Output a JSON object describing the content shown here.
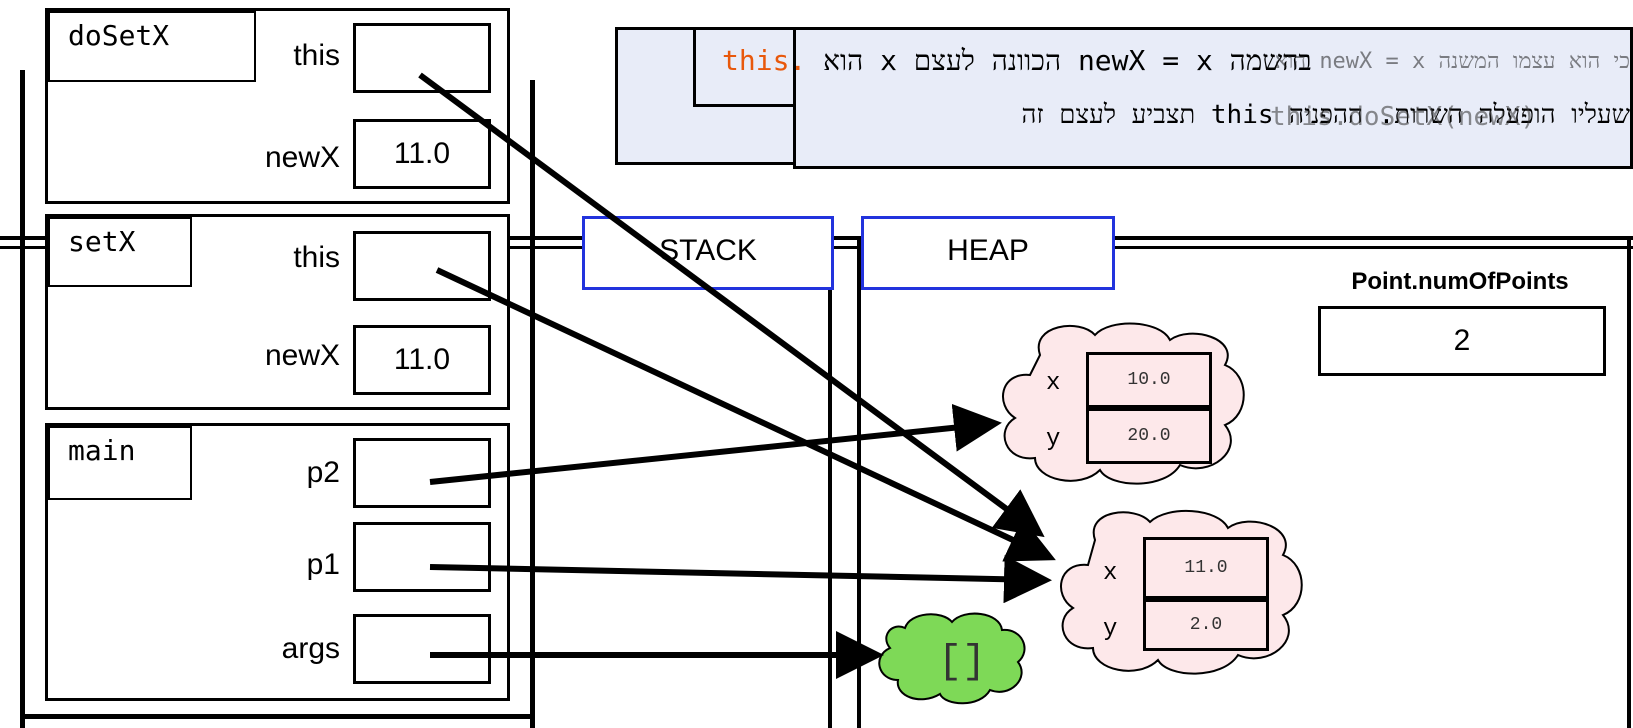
{
  "stack_frames": {
    "doSetX": {
      "method": "doSetX",
      "vars": [
        {
          "name": "this",
          "value": ""
        },
        {
          "name": "newX",
          "value": "11.0"
        }
      ]
    },
    "setX": {
      "method": "setX",
      "vars": [
        {
          "name": "this",
          "value": ""
        },
        {
          "name": "newX",
          "value": "11.0"
        }
      ]
    },
    "main": {
      "method": "main",
      "vars": [
        {
          "name": "p2",
          "value": ""
        },
        {
          "name": "p1",
          "value": ""
        },
        {
          "name": "args",
          "value": ""
        }
      ]
    }
  },
  "regions": {
    "stack_label": "STACK",
    "heap_label": "HEAP"
  },
  "static_field": {
    "label": "Point.numOfPoints",
    "value": "2"
  },
  "heap_objects": {
    "p2": {
      "x_label": "x",
      "x_value": "10.0",
      "y_label": "y",
      "y_value": "20.0"
    },
    "p1": {
      "x_label": "x",
      "x_value": "11.0",
      "y_label": "y",
      "y_value": "2.0"
    },
    "args": {
      "value": "[]"
    }
  },
  "callouts": {
    "line1_text": "בהשמה newX = x הכוונה לעצם x הוא",
    "line1_keyword": "this.",
    "line2": "שעליו הופעלה השרות. ההפניה this תצביע לעצם זה",
    "overlay1": "כי הוא עצמו המשנה newX = x הוא",
    "overlay2": "this.doSetX(newX)"
  },
  "colors": {
    "callout_bg": "#e8ecf8",
    "header_border": "#2233dd",
    "cloud_pink": "#fde8ea",
    "cloud_green": "#7ed957",
    "keyword": "#e8580c"
  }
}
